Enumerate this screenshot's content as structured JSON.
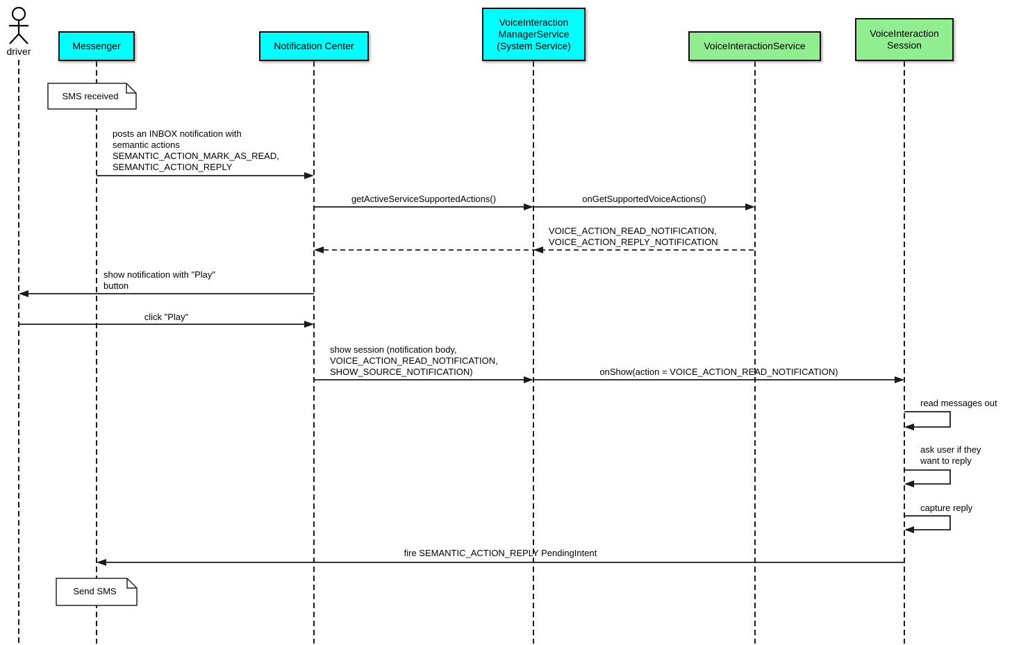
{
  "colors": {
    "participant_cyan": "#00ffff",
    "participant_green": "#90ee90",
    "line": "#1a1a1a",
    "note_bg": "#ffffff"
  },
  "actor": {
    "label": "driver"
  },
  "participants": [
    {
      "id": "messenger",
      "label": "Messenger",
      "color": "#00ffff"
    },
    {
      "id": "notification-center",
      "label": "Notification Center",
      "color": "#00ffff"
    },
    {
      "id": "voice-interaction-manager-service",
      "label": "VoiceInteraction\nManagerService\n(System Service)",
      "color": "#00ffff"
    },
    {
      "id": "voice-interaction-service",
      "label": "VoiceInteractionService",
      "color": "#90ee90"
    },
    {
      "id": "voice-interaction-session",
      "label": "VoiceInteraction\nSession",
      "color": "#90ee90"
    }
  ],
  "notes": [
    {
      "label": "SMS received",
      "attached_to": "messenger"
    },
    {
      "label": "Send SMS",
      "attached_to": "messenger"
    }
  ],
  "messages": [
    {
      "from": "messenger",
      "to": "notification-center",
      "style": "solid",
      "label": "posts an INBOX notification with\nsemantic actions\nSEMANTIC_ACTION_MARK_AS_READ,\nSEMANTIC_ACTION_REPLY"
    },
    {
      "from": "notification-center",
      "to": "voice-interaction-manager-service",
      "style": "solid",
      "label": "getActiveServiceSupportedActions()"
    },
    {
      "from": "voice-interaction-manager-service",
      "to": "voice-interaction-service",
      "style": "solid",
      "label": "onGetSupportedVoiceActions()"
    },
    {
      "from": "voice-interaction-service",
      "to": "notification-center",
      "style": "dashed-return",
      "label": "VOICE_ACTION_READ_NOTIFICATION,\nVOICE_ACTION_REPLY_NOTIFICATION"
    },
    {
      "from": "notification-center",
      "to": "driver",
      "style": "solid",
      "label": "show notification with \"Play\"\nbutton"
    },
    {
      "from": "driver",
      "to": "notification-center",
      "style": "solid",
      "label": "click \"Play\""
    },
    {
      "from": "notification-center",
      "to": "voice-interaction-manager-service",
      "style": "solid",
      "label": "show session (notification body,\nVOICE_ACTION_READ_NOTIFICATION,\nSHOW_SOURCE_NOTIFICATION)"
    },
    {
      "from": "voice-interaction-manager-service",
      "to": "voice-interaction-session",
      "style": "solid",
      "label": "onShow(action = VOICE_ACTION_READ_NOTIFICATION)"
    },
    {
      "from": "voice-interaction-session",
      "to": "voice-interaction-session",
      "style": "self",
      "label": "read messages out"
    },
    {
      "from": "voice-interaction-session",
      "to": "voice-interaction-session",
      "style": "self",
      "label": "ask user if they\nwant to reply"
    },
    {
      "from": "voice-interaction-session",
      "to": "voice-interaction-session",
      "style": "self",
      "label": "capture reply"
    },
    {
      "from": "voice-interaction-session",
      "to": "messenger",
      "style": "solid",
      "label": "fire SEMANTIC_ACTION_REPLY PendingIntent"
    }
  ]
}
